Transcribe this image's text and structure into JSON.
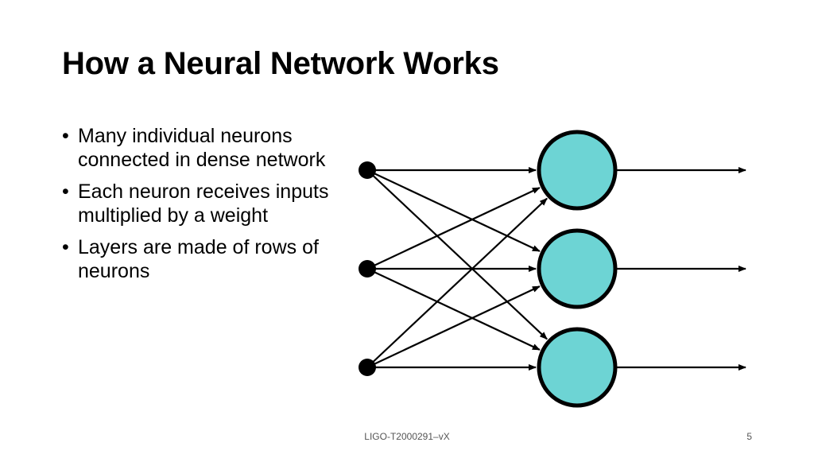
{
  "slide": {
    "title": "How a Neural Network Works",
    "bullets": [
      "Many individual neurons connected in dense network",
      "Each neuron receives inputs multiplied by a weight",
      "Layers are made of rows of neurons"
    ],
    "footer": "LIGO-T2000291–vX",
    "page_number": "5"
  },
  "diagram": {
    "neuron_fill": "#6dd4d4",
    "stroke_color": "#000000",
    "input_count": 3,
    "neuron_count": 3
  }
}
